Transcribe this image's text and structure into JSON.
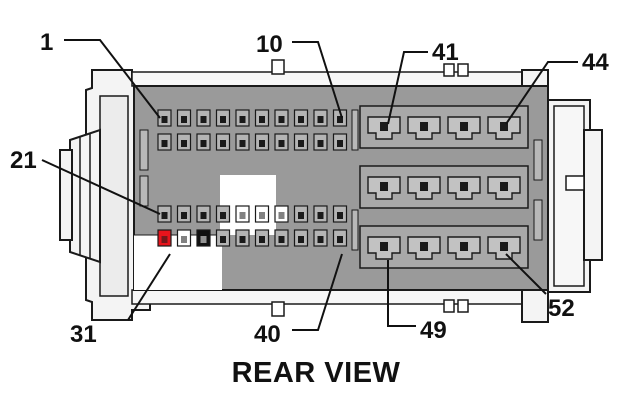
{
  "title": "REAR VIEW",
  "pin_labels": {
    "p1": "1",
    "p10": "10",
    "p21": "21",
    "p31": "31",
    "p40": "40",
    "p41": "41",
    "p44": "44",
    "p49": "49",
    "p52": "52"
  },
  "colors": {
    "housing_fill": "#9a9a9a",
    "outline": "#1a1a1a",
    "highlight_pin": "#e8141c",
    "dark_pin": "#111111"
  }
}
